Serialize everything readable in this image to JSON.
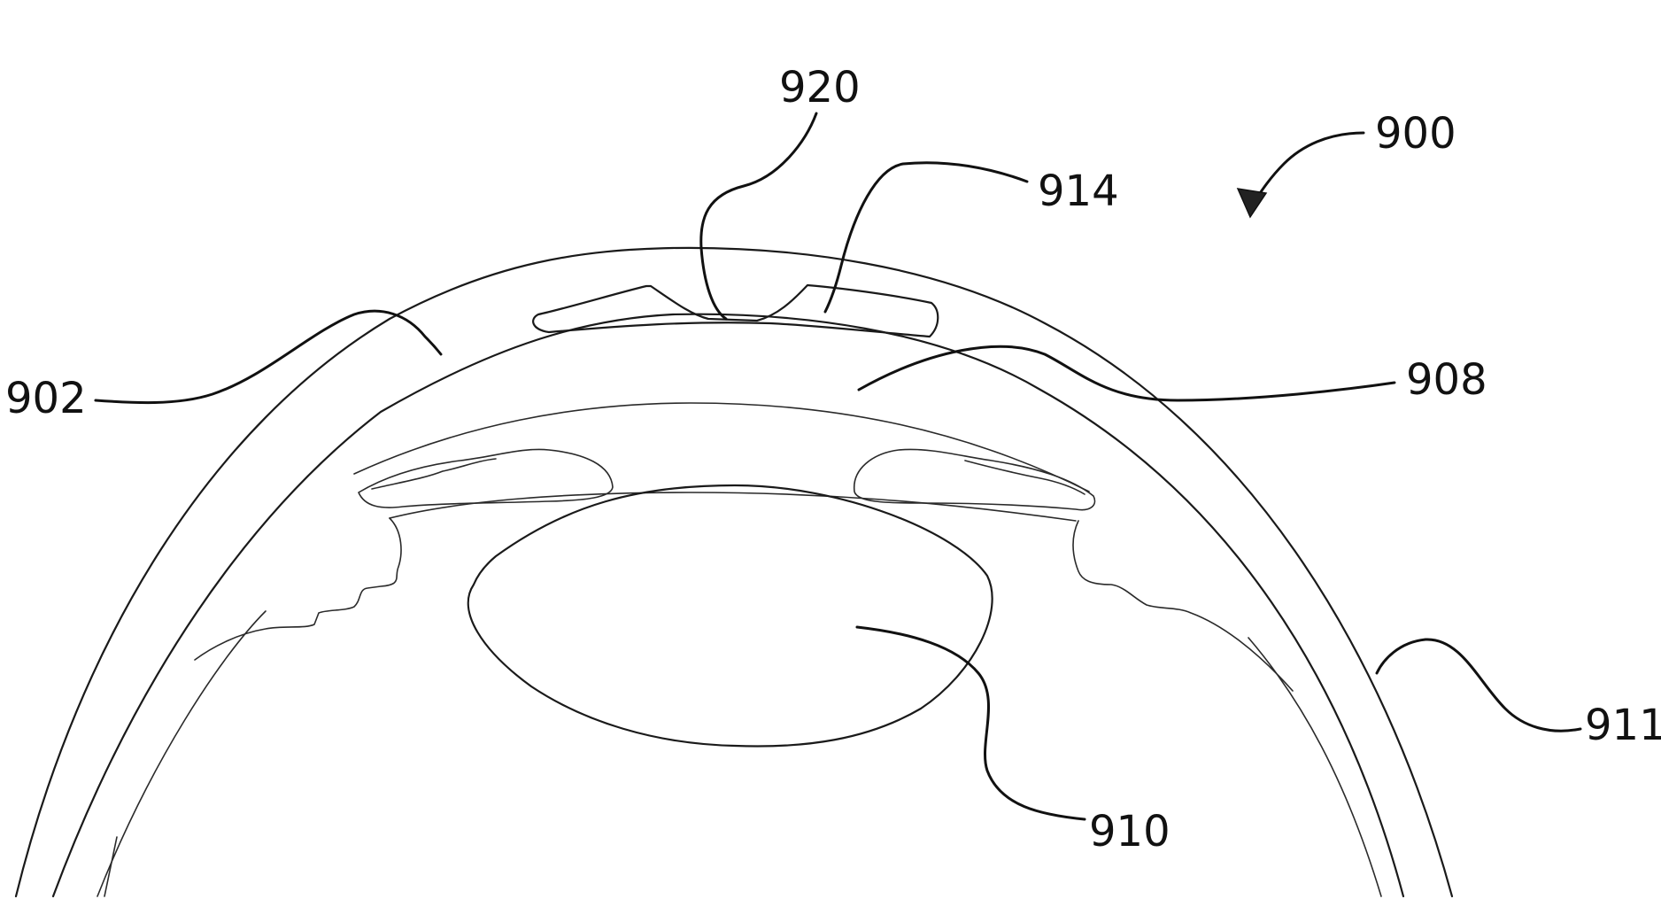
{
  "figure": {
    "labels": {
      "ref_900": "900",
      "ref_902": "902",
      "ref_908": "908",
      "ref_910": "910",
      "ref_911": "911",
      "ref_914": "914",
      "ref_920": "920"
    },
    "colors": {
      "line": "#1a1a1a",
      "background": "#ffffff"
    }
  }
}
